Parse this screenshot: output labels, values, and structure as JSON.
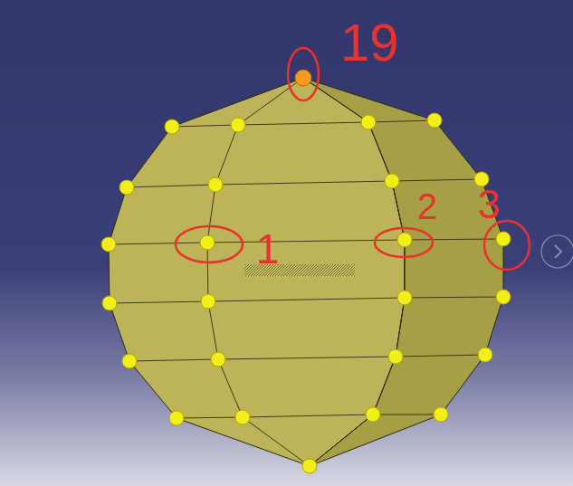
{
  "diagram": {
    "labels": [
      "19",
      "1",
      "2",
      "3"
    ]
  }
}
